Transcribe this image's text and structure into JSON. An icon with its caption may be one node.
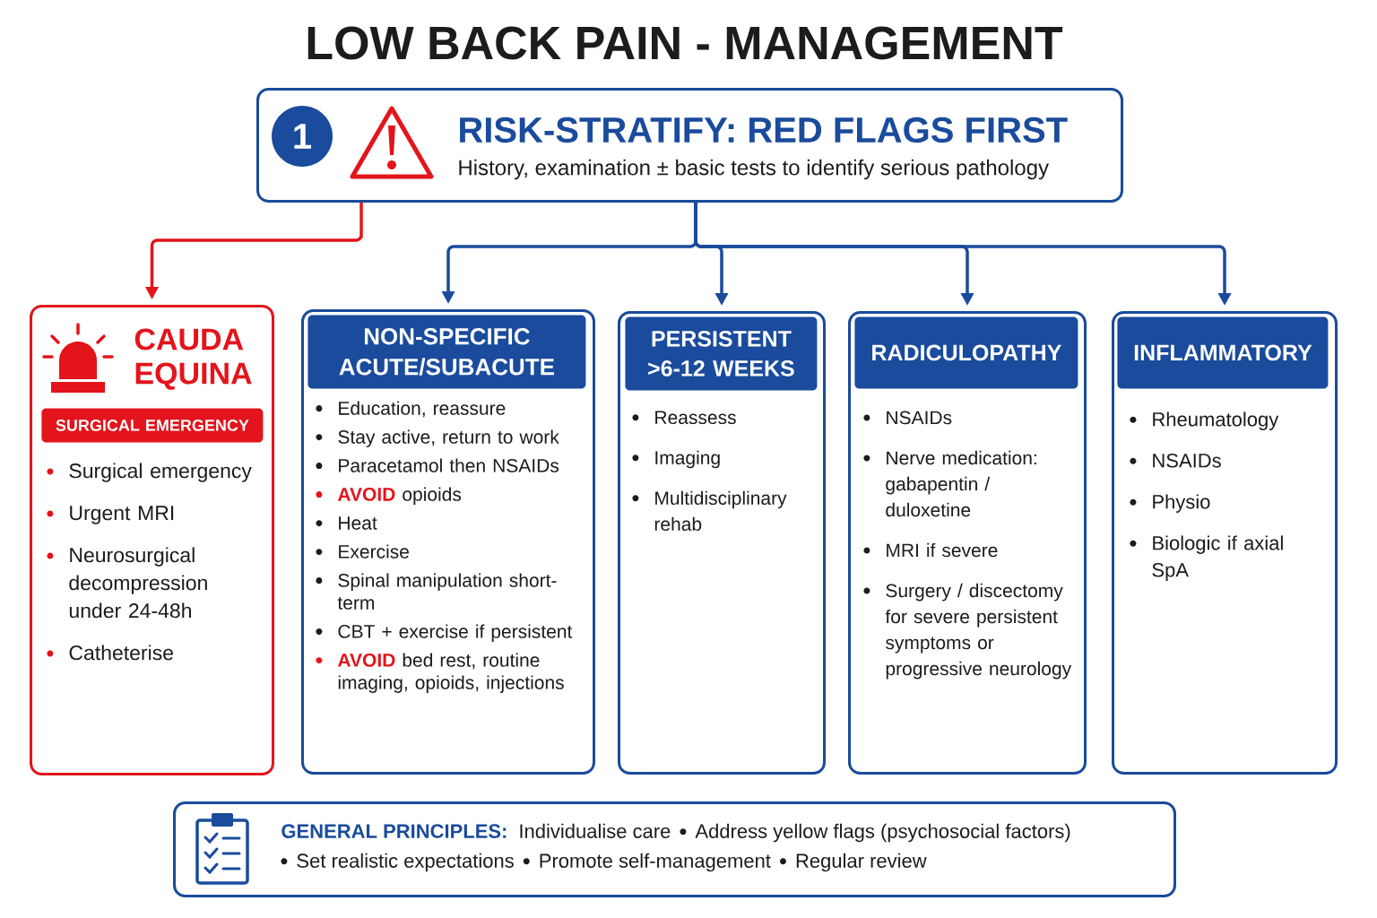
{
  "diagram": {
    "title": "LOW BACK PAIN - MANAGEMENT",
    "nodes": [
      {
        "text": [
          "RISK-STRATIFY: RED FLAGS FIRST",
          "History, examination ± basic tests to identify serious pathology"
        ]
      },
      {
        "text": [
          "1"
        ],
        "in": 0
      },
      {
        "text": [
          "CAUDA EQUINA",
          "Surgical emergency",
          "Urgent MRI",
          "Neurosurgical decompression under 24-48h",
          "Catheterise"
        ]
      },
      {
        "text": [
          "SURGICAL EMERGENCY"
        ],
        "in": 2
      },
      {
        "text": [
          "Education, reassure",
          "Stay active, return to work",
          "Paracetamol then NSAIDs",
          "**AVOID** opioids",
          "Heat",
          "Exercise",
          "Spinal manipulation short-term",
          "CBT + exercise if persistent",
          "**AVOID** bed rest, routine imaging, opioids, injections"
        ]
      },
      {
        "text": [
          "NON-SPECIFIC ACUTE/SUBACUTE"
        ],
        "in": 4
      },
      {
        "text": [
          "Reassess",
          "Imaging",
          "Multidisciplinary rehab"
        ]
      },
      {
        "text": [
          "PERSISTENT >6-12 WEEKS"
        ],
        "in": 6
      },
      {
        "text": [
          "NSAIDs",
          "Nerve medication: gabapentin / duloxetine",
          "MRI if severe",
          "Surgery / discectomy for severe persistent symptoms or progressive neurology"
        ]
      },
      {
        "text": [
          "RADICULOPATHY"
        ],
        "in": 8
      },
      {
        "text": [
          "Rheumatology",
          "NSAIDs",
          "Physio",
          "Biologic if axial SpA"
        ]
      },
      {
        "text": [
          "INFLAMMATORY"
        ],
        "in": 10
      },
      {
        "text": [
          "GENERAL PRINCIPLES:",
          "Individualise care",
          "Address yellow flags (psychosocial factors)",
          "Set realistic expectations",
          "Promote self-management",
          "Regular review"
        ]
      }
    ],
    "edges": [
      {
        "from": 0,
        "to": 2,
        "arrow": "to",
        "color": "#e3141b"
      },
      {
        "from": 0,
        "to": 4,
        "arrow": "to"
      },
      {
        "from": 0,
        "to": 6,
        "arrow": "to"
      },
      {
        "from": 0,
        "to": 8,
        "arrow": "to"
      },
      {
        "from": 0,
        "to": 10,
        "arrow": "to"
      }
    ]
  }
}
